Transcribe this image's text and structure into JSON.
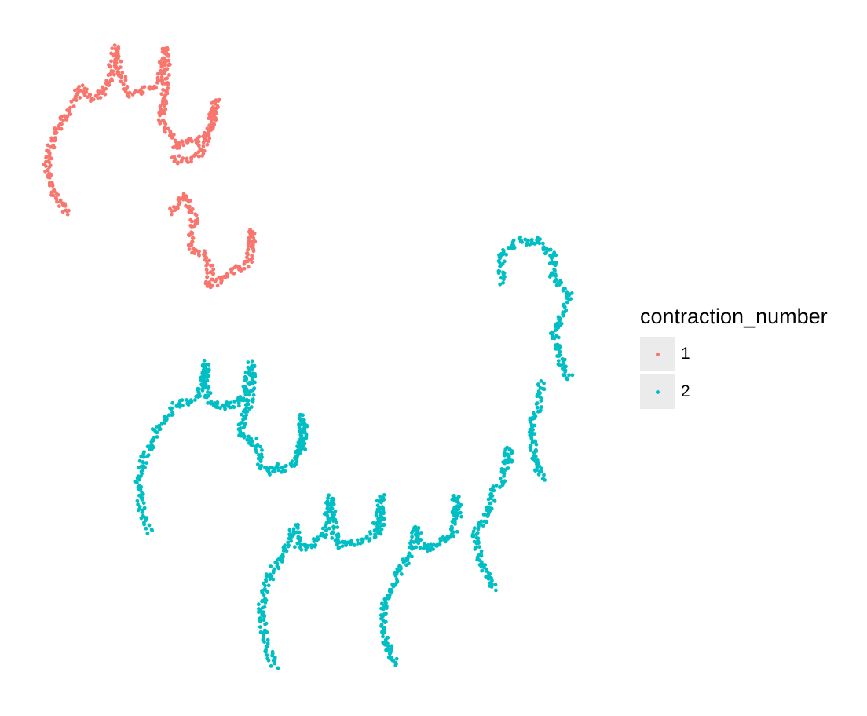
{
  "chart_data": {
    "type": "scatter",
    "title": "",
    "xlabel": "",
    "ylabel": "",
    "grid": false,
    "axes_visible": false,
    "legend_placement": "right",
    "legend": {
      "title": "contraction_number",
      "entries": [
        {
          "label": "1",
          "color": "#F8766D"
        },
        {
          "label": "2",
          "color": "#00BFC4"
        }
      ]
    },
    "series": [
      {
        "name": "1",
        "color": "#F8766D",
        "paths": [
          [
            [
              86,
              270
            ],
            [
              66,
              245
            ],
            [
              60,
              205
            ],
            [
              72,
              165
            ],
            [
              90,
              140
            ],
            [
              102,
              110
            ],
            [
              118,
              125
            ],
            [
              132,
              118
            ],
            [
              140,
              100
            ],
            [
              147,
              60
            ],
            [
              152,
              88
            ],
            [
              162,
              120
            ],
            [
              178,
              115
            ],
            [
              190,
              115
            ],
            [
              205,
              100
            ],
            [
              210,
              60
            ],
            [
              213,
              82
            ],
            [
              210,
              105
            ],
            [
              205,
              158
            ],
            [
              215,
              170
            ],
            [
              225,
              188
            ],
            [
              240,
              180
            ],
            [
              256,
              178
            ],
            [
              268,
              165
            ],
            [
              275,
              128
            ],
            [
              270,
              155
            ],
            [
              262,
              185
            ],
            [
              248,
              200
            ],
            [
              232,
              205
            ],
            [
              218,
              200
            ]
          ],
          [
            [
              220,
              270
            ],
            [
              235,
              248
            ],
            [
              248,
              280
            ],
            [
              242,
              318
            ],
            [
              260,
              325
            ],
            [
              268,
              345
            ],
            [
              266,
              365
            ],
            [
              285,
              355
            ],
            [
              298,
              343
            ],
            [
              310,
              340
            ],
            [
              318,
              330
            ],
            [
              322,
              295
            ],
            [
              318,
              320
            ]
          ]
        ]
      },
      {
        "name": "2",
        "color": "#00BFC4",
        "paths": [
          [
            [
              190,
              675
            ],
            [
              180,
              650
            ],
            [
              175,
              610
            ],
            [
              185,
              580
            ],
            [
              200,
              548
            ],
            [
              215,
              530
            ],
            [
              225,
              515
            ],
            [
              245,
              512
            ],
            [
              255,
              500
            ],
            [
              262,
              462
            ],
            [
              262,
              485
            ],
            [
              268,
              515
            ],
            [
              282,
              518
            ],
            [
              300,
              515
            ],
            [
              312,
              505
            ],
            [
              320,
              462
            ],
            [
              322,
              485
            ],
            [
              318,
              510
            ],
            [
              305,
              550
            ],
            [
              318,
              558
            ],
            [
              330,
              570
            ],
            [
              330,
              590
            ],
            [
              345,
              605
            ],
            [
              350,
              595
            ],
            [
              362,
              598
            ],
            [
              378,
              585
            ],
            [
              388,
              552
            ],
            [
              385,
              530
            ],
            [
              385,
              575
            ]
          ],
          [
            [
              350,
              848
            ],
            [
              338,
              820
            ],
            [
              332,
              780
            ],
            [
              338,
              745
            ],
            [
              348,
              725
            ],
            [
              362,
              705
            ],
            [
              375,
              670
            ],
            [
              380,
              695
            ],
            [
              392,
              700
            ],
            [
              405,
              688
            ],
            [
              415,
              675
            ],
            [
              420,
              632
            ],
            [
              425,
              660
            ],
            [
              428,
              695
            ],
            [
              445,
              692
            ],
            [
              460,
              690
            ],
            [
              478,
              678
            ],
            [
              485,
              632
            ],
            [
              488,
              660
            ],
            [
              480,
              685
            ]
          ],
          [
            [
              505,
              848
            ],
            [
              490,
              815
            ],
            [
              488,
              775
            ],
            [
              500,
              745
            ],
            [
              510,
              722
            ],
            [
              525,
              705
            ],
            [
              530,
              672
            ],
            [
              535,
              695
            ],
            [
              548,
              698
            ],
            [
              565,
              688
            ],
            [
              578,
              680
            ],
            [
              580,
              632
            ],
            [
              585,
              660
            ]
          ],
          [
            [
              630,
              748
            ],
            [
              610,
              710
            ],
            [
              605,
              680
            ],
            [
              618,
              660
            ],
            [
              628,
              628
            ],
            [
              640,
              610
            ],
            [
              648,
              572
            ],
            [
              648,
              595
            ]
          ],
          [
            [
              690,
              612
            ],
            [
              680,
              580
            ],
            [
              675,
              545
            ],
            [
              685,
              520
            ],
            [
              690,
              490
            ],
            [
              695,
              488
            ]
          ],
          [
            [
              725,
              482
            ],
            [
              712,
              455
            ],
            [
              705,
              420
            ],
            [
              712,
              412
            ],
            [
              720,
              395
            ],
            [
              725,
              378
            ],
            [
              712,
              360
            ],
            [
              702,
              345
            ],
            [
              705,
              328
            ],
            [
              695,
              320
            ],
            [
              685,
              305
            ],
            [
              675,
              310
            ],
            [
              660,
              305
            ],
            [
              645,
              318
            ],
            [
              638,
              330
            ],
            [
              640,
              360
            ]
          ]
        ]
      }
    ]
  }
}
